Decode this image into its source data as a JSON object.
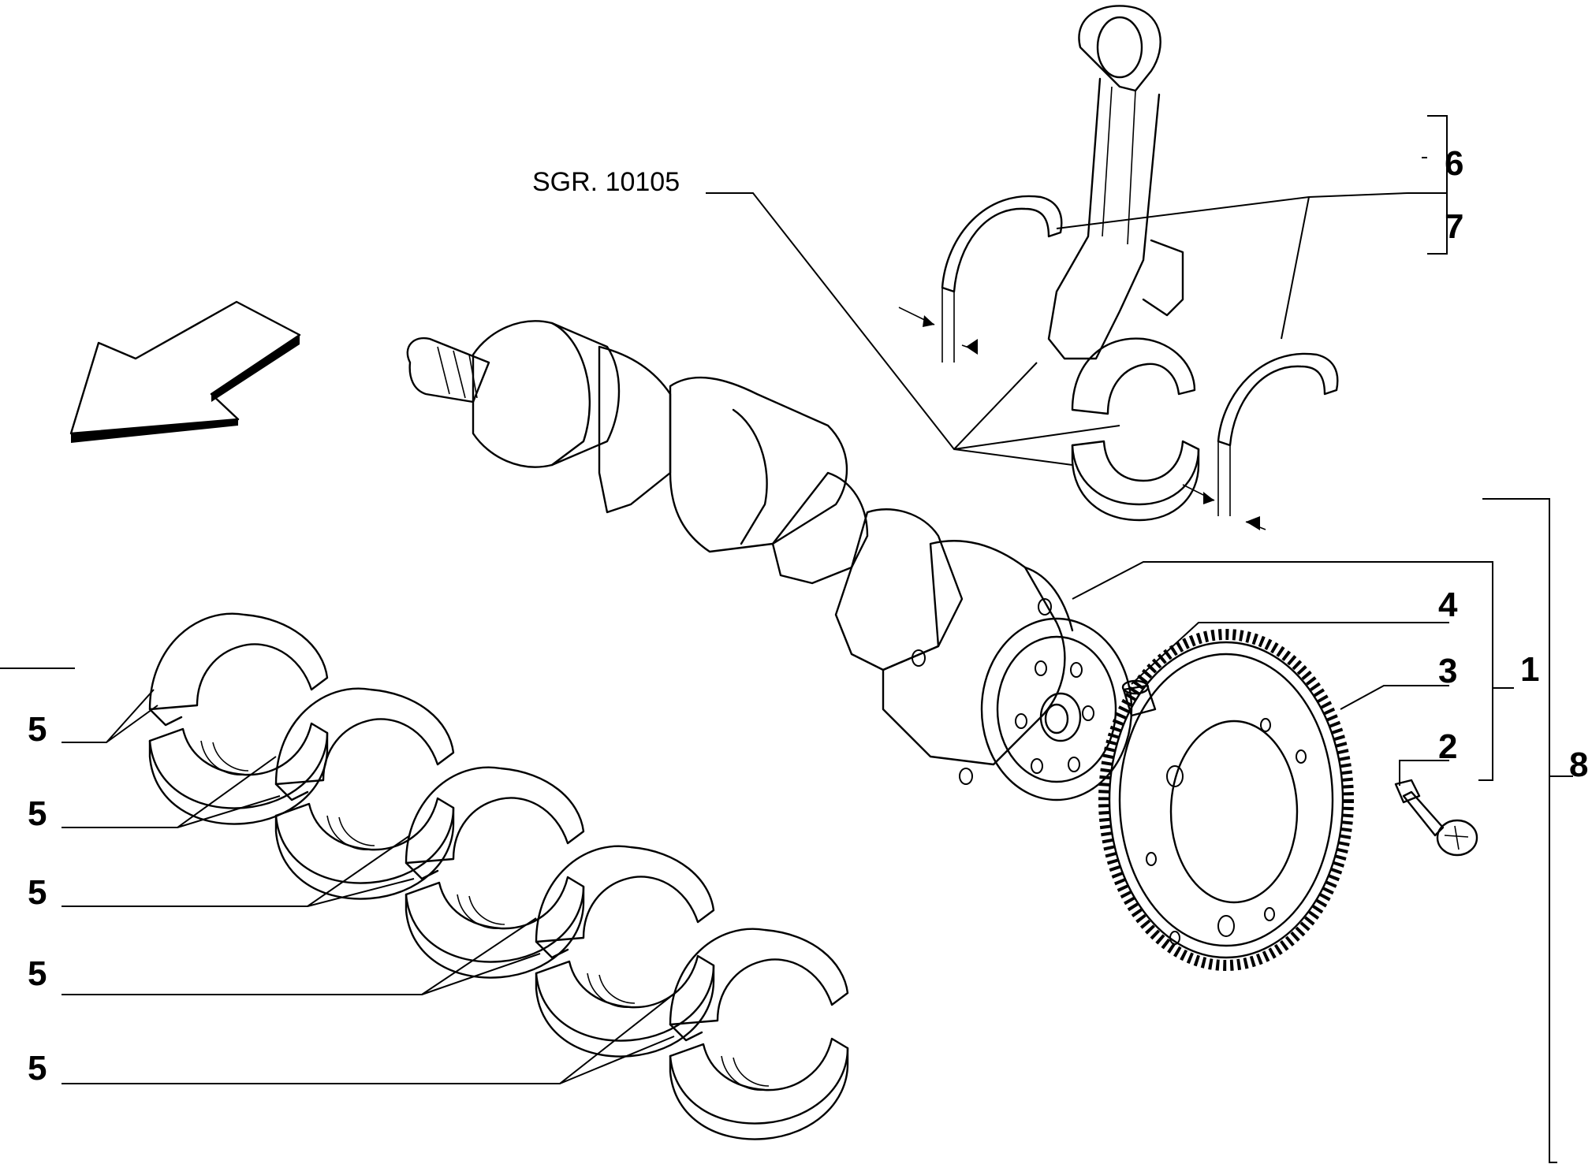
{
  "reference": "SGR. 10105",
  "labels": {
    "crankshaft": "1",
    "screw": "2",
    "tone_wheel": "3",
    "pin": "4",
    "main_bearing_1": "5",
    "main_bearing_2": "5",
    "main_bearing_3": "5",
    "main_bearing_4": "5",
    "main_bearing_5": "5",
    "thrust_washer_a": "6",
    "thrust_washer_b": "7",
    "kit": "8"
  }
}
